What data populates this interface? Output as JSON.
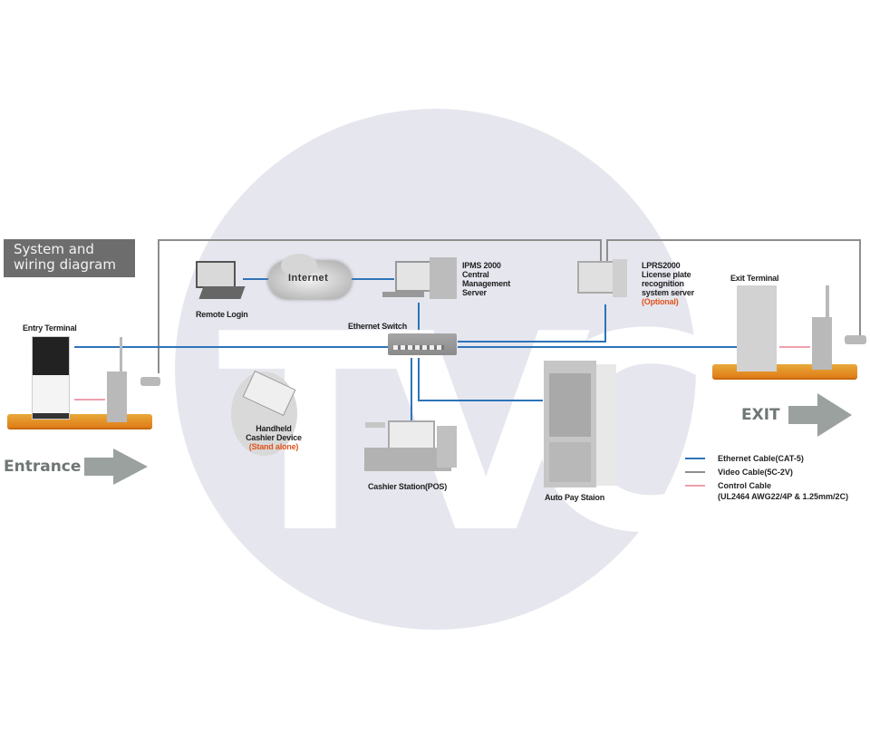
{
  "title": "System and wiring diagram",
  "watermark": "TVC",
  "nodes": {
    "entry_terminal": "Entry Terminal",
    "exit_terminal": "Exit Terminal",
    "remote_login": "Remote Login",
    "internet": "Internet",
    "ipms": [
      "IPMS 2000",
      "Central",
      "Management",
      "Server"
    ],
    "lprs": [
      "LPRS2000",
      "License plate",
      "recognition",
      "system server"
    ],
    "lprs_optional": "(Optional)",
    "ethernet_switch": "Ethernet Switch",
    "handheld": [
      "Handheld",
      "Cashier Device"
    ],
    "handheld_note": "(Stand alone)",
    "cashier_station": "Cashier Station(POS)",
    "auto_pay": "Auto Pay Staion"
  },
  "directions": {
    "entrance": "Entrance",
    "exit": "EXIT"
  },
  "legend": [
    {
      "label": "Ethernet Cable(CAT-5)",
      "color": "#2d74b8"
    },
    {
      "label": "Video Cable(5C-2V)",
      "color": "#8e8e8e"
    },
    {
      "label": "Control Cable",
      "color": "#eea0ad"
    }
  ],
  "legend_note": "(UL2464 AWG22/4P & 1.25mm/2C)"
}
